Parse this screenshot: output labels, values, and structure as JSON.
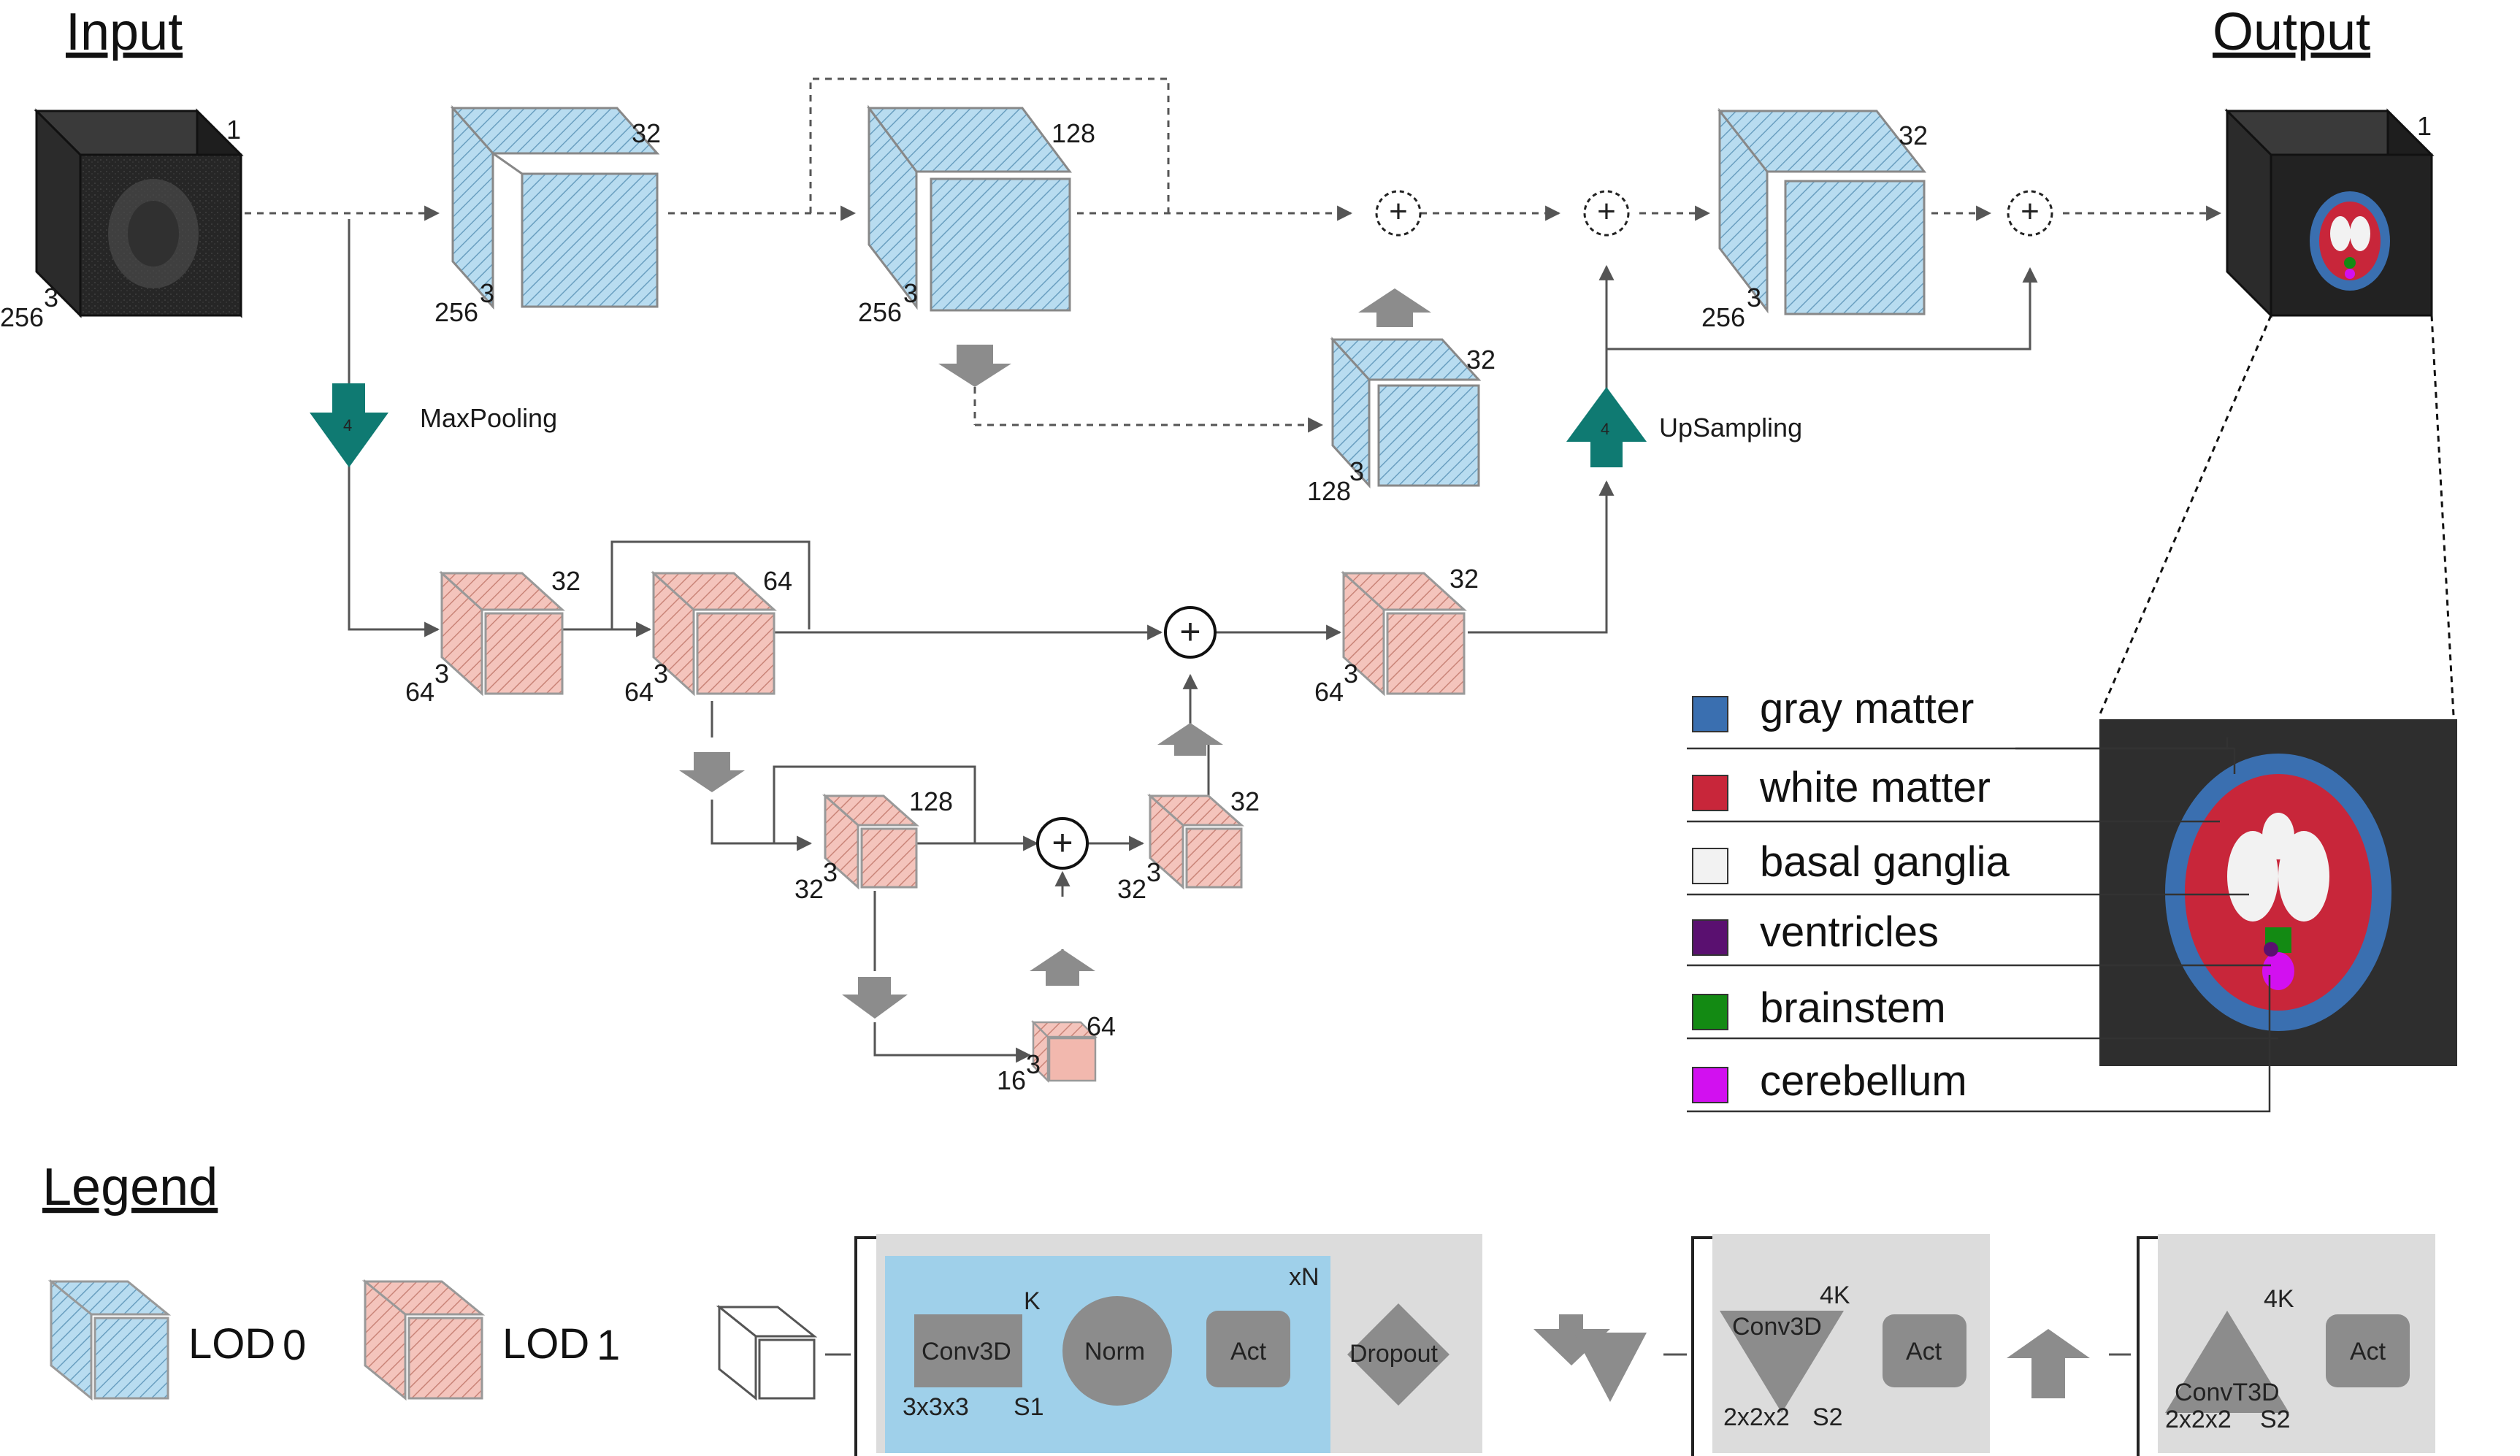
{
  "titles": {
    "input": "Input",
    "output": "Output",
    "legend": "Legend"
  },
  "channels": {
    "input": "1",
    "lod0_a": "32",
    "lod0_b": "128",
    "lod0_c": "32",
    "lod0_d": "32",
    "lod1_a": "32",
    "lod1_b": "64",
    "lod1_c": "32",
    "lod1_d": "128",
    "lod1_e": "32",
    "lod1_f": "64",
    "output": "1"
  },
  "sizes": {
    "input": "256",
    "lod0_a": "256",
    "lod0_b": "256",
    "lod0_c": "128",
    "lod0_d": "256",
    "lod1_a": "64",
    "lod1_b": "64",
    "lod1_c": "64",
    "lod1_d": "32",
    "lod1_e": "32",
    "lod1_f": "16",
    "exp": "3"
  },
  "ops": {
    "maxpool": "MaxPooling",
    "upsample": "UpSampling",
    "factor": "4"
  },
  "classes": [
    {
      "label": "gray matter",
      "color": "#3a6fb0"
    },
    {
      "label": "white matter",
      "color": "#c8263a"
    },
    {
      "label": "basal ganglia",
      "color": "#f2f2f2"
    },
    {
      "label": "ventricles",
      "color": "#5a1070"
    },
    {
      "label": "brainstem",
      "color": "#138a13"
    },
    {
      "label": "cerebellum",
      "color": "#d210f0"
    }
  ],
  "legend": {
    "lod0": "LOD",
    "lod0_sub": "0",
    "lod1": "LOD",
    "lod1_sub": "1",
    "conv_block": {
      "conv": "Conv3D",
      "k": "K",
      "kernel": "3x3x3",
      "stride": "S1",
      "norm": "Norm",
      "act": "Act",
      "xn": "xN",
      "dropout": "Dropout"
    },
    "down_block": {
      "conv": "Conv3D",
      "k": "4K",
      "kernel": "2x2x2",
      "stride": "S2",
      "act": "Act"
    },
    "up_block": {
      "conv": "ConvT3D",
      "k": "4K",
      "kernel": "2x2x2",
      "stride": "S2",
      "act": "Act"
    }
  },
  "colors": {
    "lod0_front": "#b8dcf0",
    "lod0_top": "#d6ecf8",
    "lod0_side": "#a6d0ea",
    "lod0_hatch": "#6a9fc0",
    "lod1_front": "#f4c4bc",
    "lod1_top": "#f8d8d2",
    "lod1_side": "#eeb2a8",
    "lod1_hatch": "#c98478",
    "teal": "#0f7a72",
    "gray_op": "#8c8c8c",
    "block_bg": "#dcdcdc",
    "block_inner": "#9fd0ea"
  }
}
